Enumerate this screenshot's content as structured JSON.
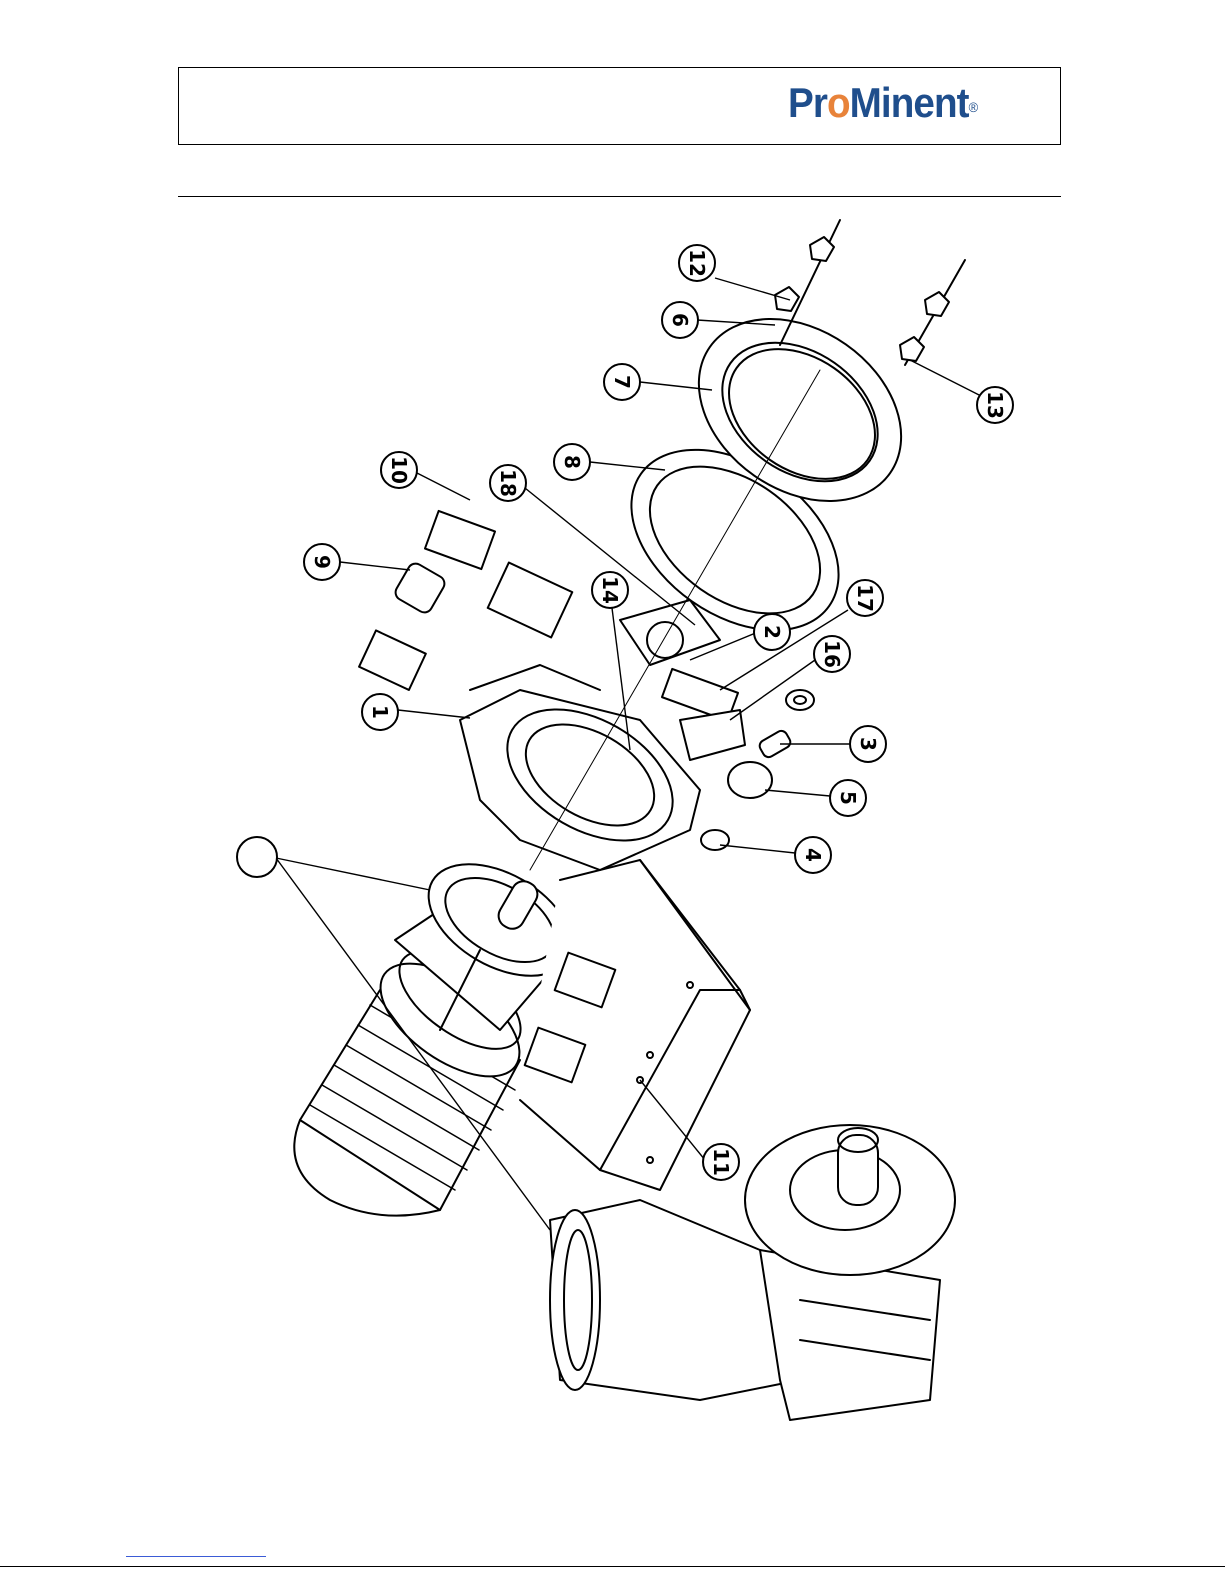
{
  "header": {
    "logo": {
      "part1": "Pr",
      "part2": "o",
      "part3": "Minent",
      "reg": "®"
    }
  },
  "drawing": {
    "callouts": [
      {
        "label": "12"
      },
      {
        "label": "6"
      },
      {
        "label": "7"
      },
      {
        "label": "13"
      },
      {
        "label": "8"
      },
      {
        "label": "10"
      },
      {
        "label": "18"
      },
      {
        "label": "9"
      },
      {
        "label": "14"
      },
      {
        "label": "17"
      },
      {
        "label": "2"
      },
      {
        "label": "16"
      },
      {
        "label": "1"
      },
      {
        "label": "3"
      },
      {
        "label": "5"
      },
      {
        "label": "4"
      },
      {
        "label": "11"
      },
      {
        "label": ""
      }
    ]
  },
  "colors": {
    "brand_blue": "#1f4e8c",
    "brand_orange": "#e8833a"
  }
}
